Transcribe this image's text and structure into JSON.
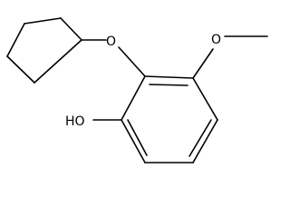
{
  "atoms": {
    "ether_oxygen": "O",
    "methoxy_oxygen": "O",
    "hydroxyl": "HO"
  },
  "colors": {
    "bond": "#000000",
    "background": "#ffffff"
  }
}
